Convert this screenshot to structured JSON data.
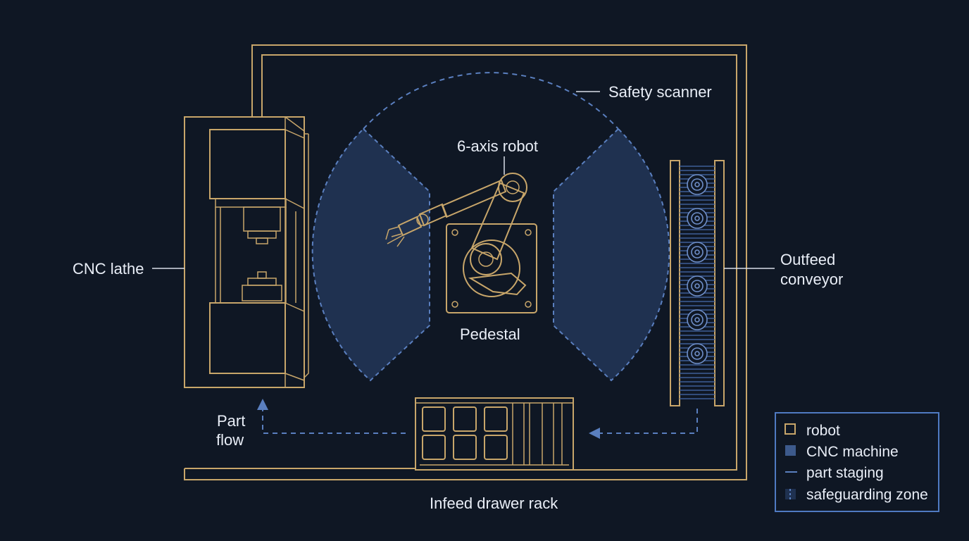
{
  "labels": {
    "cnc_lathe": "CNC lathe",
    "safety_scanner": "Safety scanner",
    "robot": "6-axis robot",
    "pedestal": "Pedestal",
    "outfeed_line1": "Outfeed",
    "outfeed_line2": "conveyor",
    "part_flow_line1": "Part",
    "part_flow_line2": "flow",
    "infeed": "Infeed drawer rack"
  },
  "legend": {
    "items": [
      {
        "label": "robot",
        "swatch": "outline-square",
        "color": "#c8a66a"
      },
      {
        "label": "CNC machine",
        "swatch": "filled-square",
        "color": "#3d5a8c"
      },
      {
        "label": "part staging",
        "swatch": "line",
        "color": "#5a7fbf"
      },
      {
        "label": "safeguarding zone",
        "swatch": "dashed-square",
        "color": "#5a7fbf"
      }
    ]
  },
  "colors": {
    "background": "#0f1724",
    "equipment": "#c8a66a",
    "zone_fill": "#1f3150",
    "zone_stroke": "#5a7fbf",
    "text": "#e9eef7"
  }
}
